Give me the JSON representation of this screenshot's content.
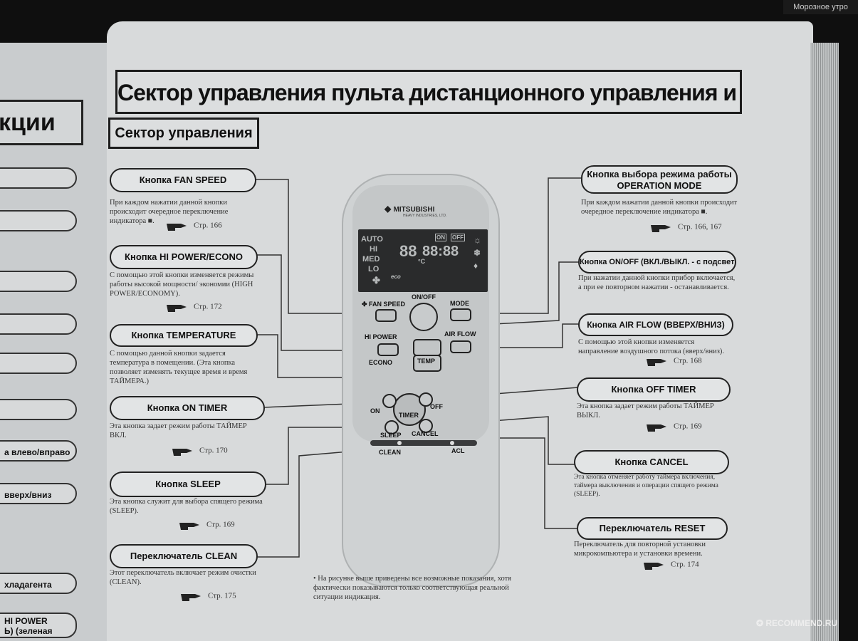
{
  "watermark_top": "Морозное утро",
  "watermark_bottom": "RECOMMEND.RU",
  "left_page": {
    "title": "кции",
    "items": [
      "а влево/вправо",
      "вверх/вниз",
      "хладагента",
      "HI POWER",
      "Ь) (зеленая"
    ]
  },
  "main_title": "Сектор управления пульта дистанционного управления и поле индикации",
  "section_title": "Сектор управления",
  "left_labels": [
    {
      "title": "Кнопка FAN SPEED",
      "desc": "При каждом нажатии данной кнопки происходит очередное переключение индикатора ■.",
      "ref": "Стр. 166"
    },
    {
      "title": "Кнопка HI POWER/ECONO",
      "desc": "С помощью этой кнопки изменяется режимы работы высокой мощности/ экономии (HIGH POWER/ECONOMY).",
      "ref": "Стр. 172"
    },
    {
      "title": "Кнопка TEMPERATURE",
      "desc": "С помощью данной кнопки задается температура в помещении. (Эта кнопка позволяет изменять текущее время и время ТАЙМЕРА.)",
      "ref": ""
    },
    {
      "title": "Кнопка ON TIMER",
      "desc": "Эта кнопка задает режим работы ТАЙМЕР ВКЛ.",
      "ref": "Стр. 170"
    },
    {
      "title": "Кнопка SLEEP",
      "desc": "Эта кнопка служит для выбора спящего режима (SLEEP).",
      "ref": "Стр. 169"
    },
    {
      "title": "Переключатель CLEAN",
      "desc": "Этот переключатель включает режим очистки (CLEAN).",
      "ref": "Стр. 175"
    }
  ],
  "right_labels": [
    {
      "title": "Кнопка выбора режима работы  OPERATION MODE",
      "desc": "При каждом нажатии данной кнопки происходит очередное переключение индикатора ■.",
      "ref": "Стр. 166, 167"
    },
    {
      "title": "Кнопка ON/OFF (ВКЛ./ВЫКЛ. - с подсветкой)",
      "desc": "При нажатии данной кнопки прибор включается, а при ее повторном нажатии - останавливается.",
      "ref": ""
    },
    {
      "title": "Кнопка AIR FLOW (ВВЕРХ/ВНИЗ)",
      "desc": "С помощью этой кнопки изменяется направление воздушного потока (вверх/вниз).",
      "ref": "Стр. 168"
    },
    {
      "title": "Кнопка OFF TIMER",
      "desc": "Эта кнопка задает  режим работы ТАЙМЕР ВЫКЛ.",
      "ref": "Стр. 169"
    },
    {
      "title": "Кнопка CANCEL",
      "desc": "Эта кнопка отменяет работу таймера включения, таймера выключения и операции спящего режима (SLEEP).",
      "ref": ""
    },
    {
      "title": "Переключатель RESET",
      "desc": "Переключатель для повторной установки микрокомпьютера и установки времени.",
      "ref": "Стр. 174"
    }
  ],
  "note": "• На рисунке выше приведены все возможные показания, хотя фактически показываются только соответствующая реальной ситуации индикация.",
  "remote": {
    "brand": "MITSUBISHI",
    "brand_sub": "HEAVY INDUSTRIES, LTD.",
    "lcd_modes": [
      "AUTO",
      "HI",
      "MED",
      "LO"
    ],
    "lcd_temp": "88",
    "lcd_unit": "°C",
    "lcd_clock": "88:88",
    "lcd_on": "ON",
    "lcd_off": "OFF",
    "lcd_eco": "eco",
    "fan_speed": "FAN SPEED",
    "on_off": "ON/OFF",
    "mode": "MODE",
    "hi_power": "HI POWER",
    "air_flow": "AIR FLOW",
    "econo": "ECONO",
    "temp": "TEMP",
    "on": "ON",
    "timer": "TIMER",
    "off": "OFF",
    "sleep": "SLEEP",
    "cancel": "CANCEL",
    "clean": "CLEAN",
    "acl": "ACL"
  }
}
